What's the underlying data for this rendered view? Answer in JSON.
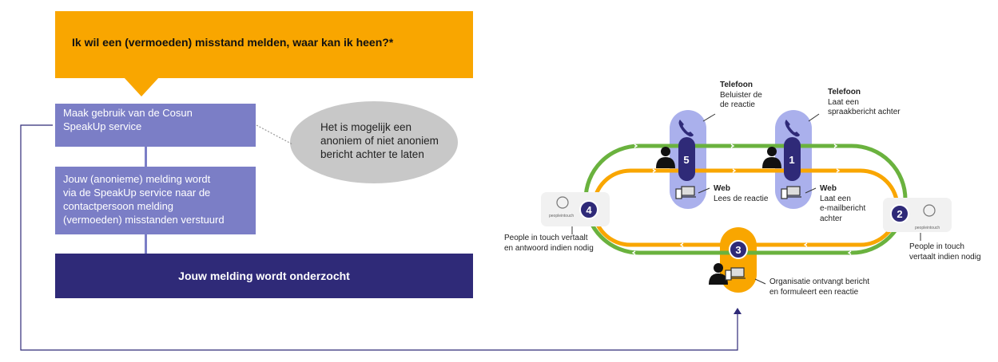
{
  "flow": {
    "question": "Ik wil een (vermoeden) misstand melden, waar kan ik heen?*",
    "step1": [
      "Maak gebruik van de Cosun",
      "SpeakUp service"
    ],
    "step2": [
      "Jouw (anonieme) melding wordt",
      "via de SpeakUp service naar de",
      "contactpersoon melding",
      "(vermoeden) misstanden verstuurd"
    ],
    "final": "Jouw melding wordt onderzocht",
    "bubble": [
      "Het is mogelijk een",
      "anoniem of niet anoniem",
      "bericht achter te laten"
    ]
  },
  "cycle": {
    "numbers": [
      "1",
      "2",
      "3",
      "4",
      "5"
    ],
    "telefoon_right": {
      "title": "Telefoon",
      "lines": [
        "Laat een",
        "spraakbericht achter"
      ]
    },
    "telefoon_left": {
      "title": "Telefoon",
      "lines": [
        "Beluister de",
        "de reactie"
      ]
    },
    "web_right": {
      "title": "Web",
      "lines": [
        "Laat een",
        "e-mailbericht",
        "achter"
      ]
    },
    "web_left": {
      "title": "Web",
      "lines": [
        "Lees de reactie"
      ]
    },
    "pit_right": [
      "People in touch",
      "vertaalt indien nodig"
    ],
    "pit_left": [
      "People in touch vertaalt",
      "en antwoord indien nodig"
    ],
    "organisatie": [
      "Organisatie ontvangt bericht",
      "en formuleert een reactie"
    ],
    "logo_text": "peopleintouch"
  },
  "colors": {
    "orange": "#f9a600",
    "green": "#6ab23e",
    "purple": "#7b7ec6",
    "navy": "#2f2a78",
    "lightpurple": "#aab0ec",
    "bubble": "#c8c8c8"
  }
}
